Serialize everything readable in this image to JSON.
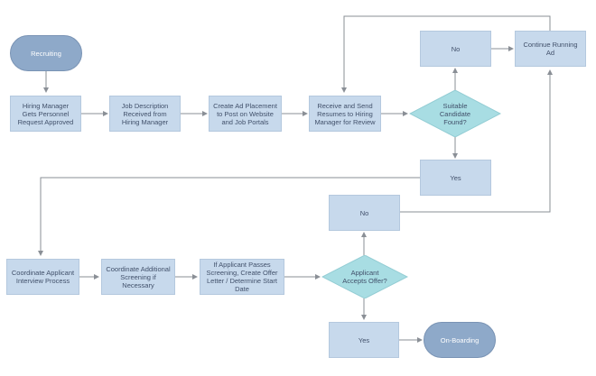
{
  "nodes": {
    "recruiting": "Recruiting",
    "hiring_manager": "Hiring Manager Gets Personnel Request Approved",
    "job_description": "Job Description Received from Hiring Manager",
    "create_ad": "Create Ad Placement to Post on Website and Job Portals",
    "receive_resumes": "Receive and Send Resumes to Hiring Manager for Review",
    "suitable_candidate": "Suitable Candidate Found?",
    "no_top": "No",
    "continue_ad": "Continue Running Ad",
    "yes_mid": "Yes",
    "no_mid": "No",
    "coordinate_interview": "Coordinate Applicant Interview Process",
    "coordinate_screening": "Coordinate Additional Screening if Necessary",
    "passes_screening": "If Applicant Passes Screening, Create Offer Letter / Determine Start Date",
    "accepts_offer": "Applicant Accepts Offer?",
    "yes_bottom": "Yes",
    "onboarding": "On-Boarding"
  },
  "colors": {
    "box_fill": "#c7d9ec",
    "terminal_fill": "#8ea9c9",
    "diamond_fill": "#a8dde3",
    "connector": "#8a8f96"
  }
}
